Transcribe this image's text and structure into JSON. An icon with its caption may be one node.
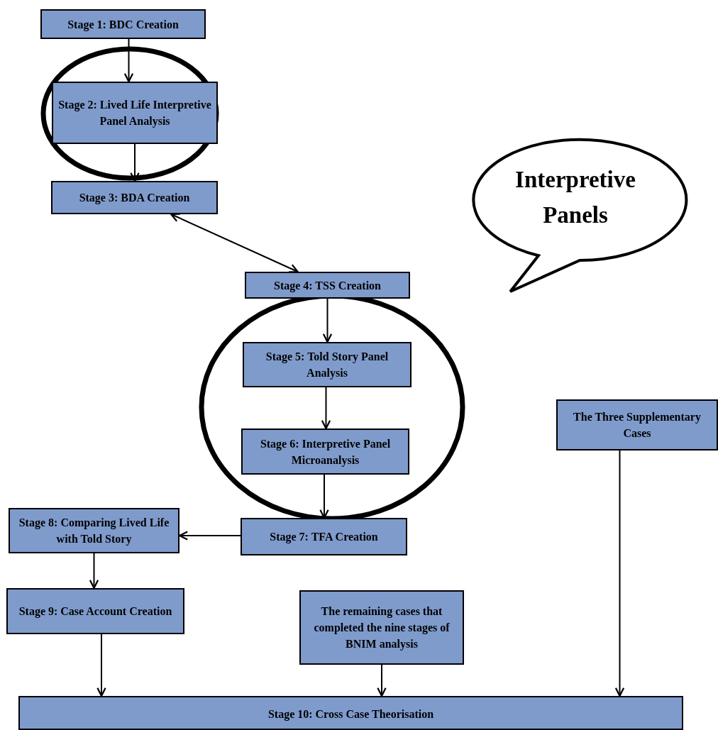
{
  "diagram": {
    "nodes": [
      {
        "text": [
          "Stage 1: BDC Creation"
        ]
      },
      {
        "text": [],
        "shape": "circle"
      },
      {
        "text": [
          "Stage 2: Lived Life Interpretive Panel Analysis"
        ],
        "in": 1
      },
      {
        "text": [
          "Stage 3: BDA Creation"
        ]
      },
      {
        "text": [
          "Interpretive Panels"
        ]
      },
      {
        "text": [
          "Stage 4: TSS Creation"
        ]
      },
      {
        "text": [],
        "shape": "circle"
      },
      {
        "text": [
          "Stage 5: Told Story Panel Analysis"
        ],
        "in": 6
      },
      {
        "text": [
          "Stage 6: Interpretive Panel Microanalysis"
        ],
        "in": 6
      },
      {
        "text": [
          "The Three Supplementary Cases"
        ]
      },
      {
        "text": [
          "Stage 8: Comparing Lived Life with Told Story"
        ]
      },
      {
        "text": [
          "Stage 7: TFA Creation"
        ]
      },
      {
        "text": [
          "Stage 9: Case Account Creation"
        ]
      },
      {
        "text": [
          "The remaining cases that completed the nine stages of BNIM analysis"
        ]
      },
      {
        "text": [
          "Stage 10: Cross Case Theorisation"
        ]
      }
    ],
    "edges": [
      {
        "from": 0,
        "to": 2,
        "arrow": "to"
      },
      {
        "from": 2,
        "to": 3,
        "arrow": "to"
      },
      {
        "from": 3,
        "to": 5,
        "arrow": "both"
      },
      {
        "from": 5,
        "to": 7,
        "arrow": "to"
      },
      {
        "from": 7,
        "to": 8,
        "arrow": "to"
      },
      {
        "from": 8,
        "to": 11,
        "arrow": "to"
      },
      {
        "from": 11,
        "to": 10,
        "arrow": "to"
      },
      {
        "from": 10,
        "to": 12,
        "arrow": "to"
      },
      {
        "from": 12,
        "to": 14,
        "arrow": "to"
      },
      {
        "from": 13,
        "to": 14,
        "arrow": "to"
      },
      {
        "from": 9,
        "to": 14,
        "arrow": "to"
      }
    ]
  }
}
